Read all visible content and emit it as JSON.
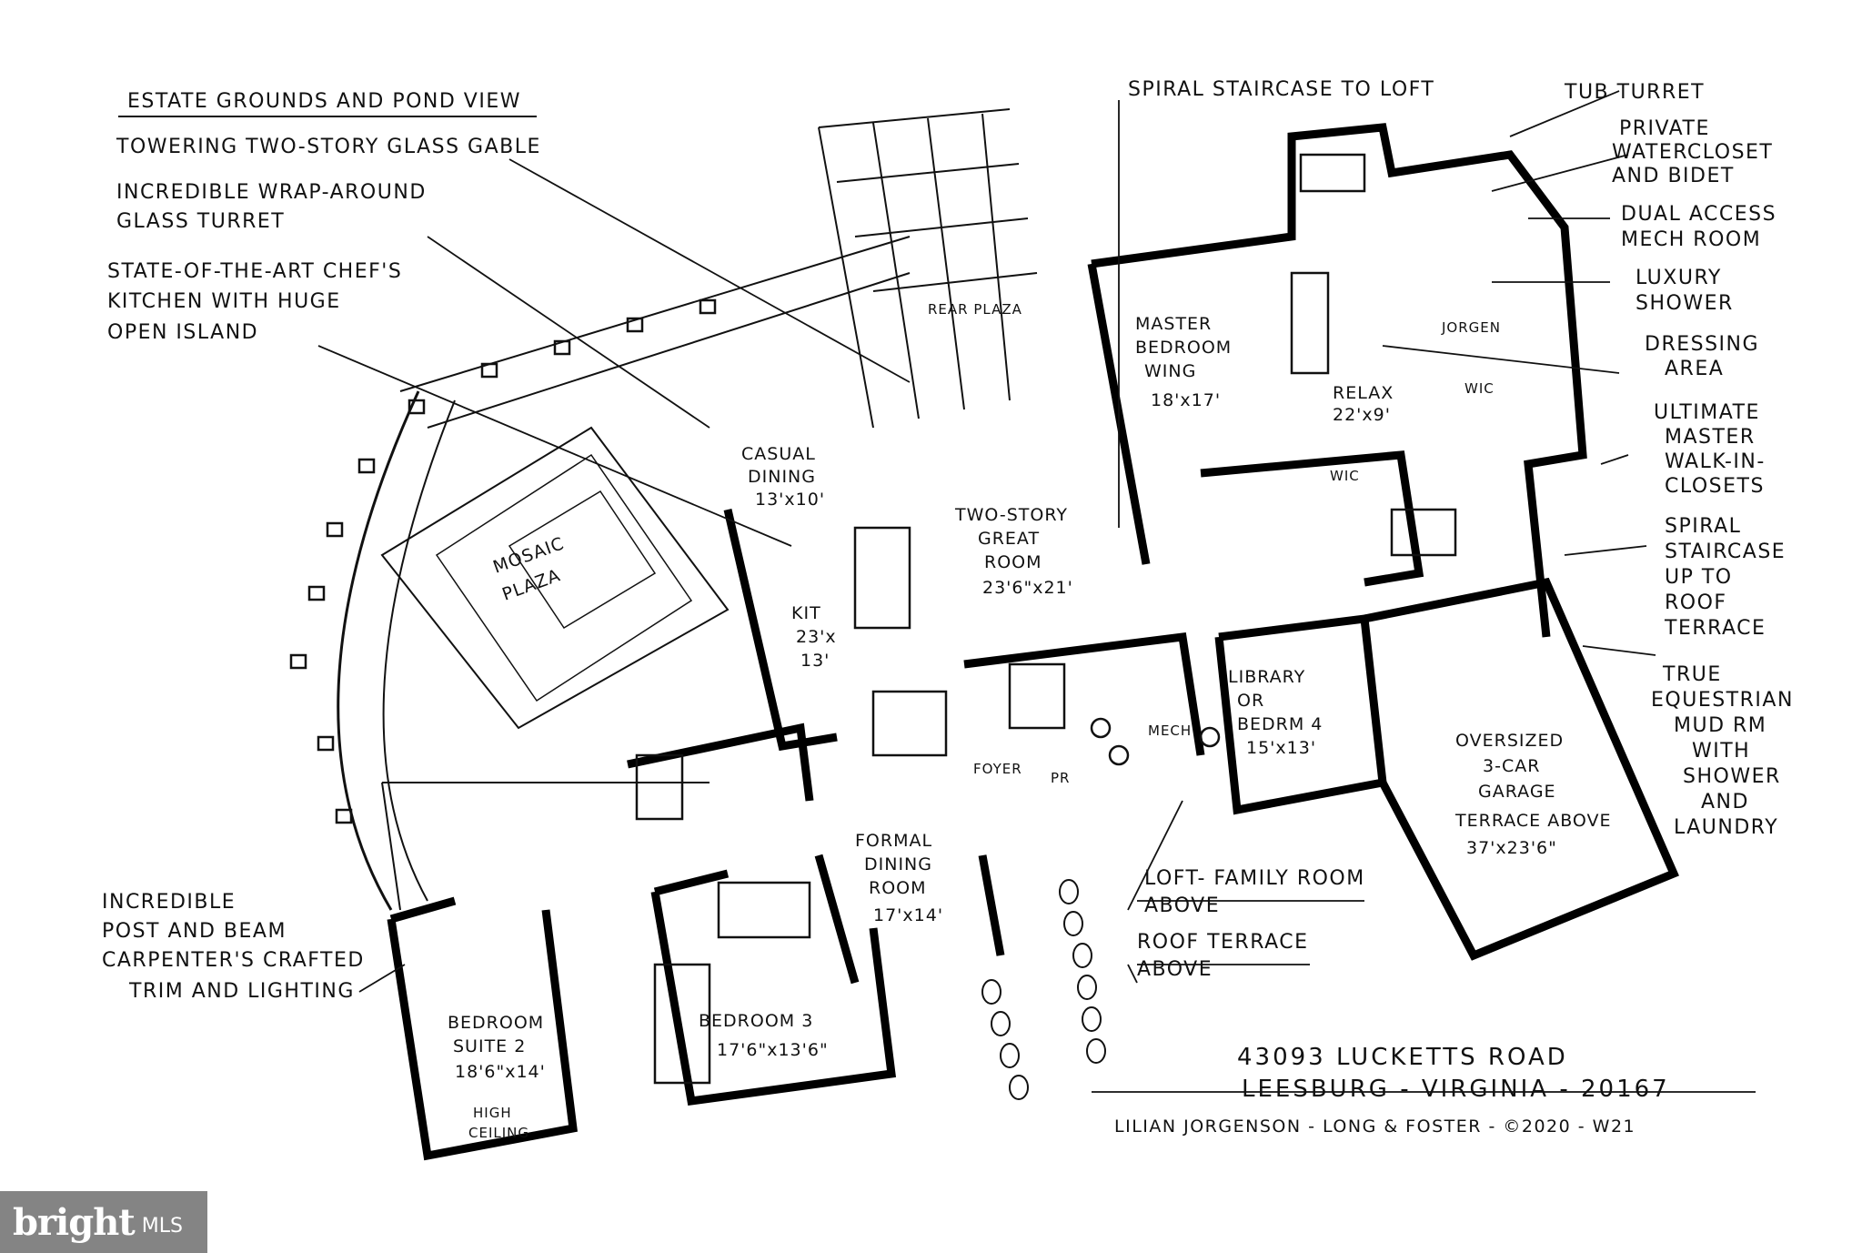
{
  "callouts_left": [
    "ESTATE GROUNDS AND POND VIEW",
    "TOWERING TWO-STORY GLASS GABLE",
    "INCREDIBLE WRAP-AROUND",
    "GLASS TURRET",
    "STATE-OF-THE-ART CHEF'S",
    "KITCHEN WITH HUGE",
    "OPEN ISLAND",
    "INCREDIBLE",
    "POST AND BEAM",
    "CARPENTER'S CRAFTED",
    "TRIM AND LIGHTING"
  ],
  "callouts_top": {
    "spiral_loft": "SPIRAL STAIRCASE TO LOFT",
    "tub_turret": "TUB TURRET",
    "rear_plaza": "REAR PLAZA"
  },
  "callouts_right": [
    "PRIVATE",
    "WATERCLOSET",
    "AND BIDET",
    "DUAL ACCESS",
    "MECH ROOM",
    "LUXURY",
    "SHOWER",
    "DRESSING",
    "AREA",
    "ULTIMATE",
    "MASTER",
    "WALK-IN-",
    "CLOSETS",
    "SPIRAL",
    "STAIRCASE",
    "UP TO",
    "ROOF",
    "TERRACE",
    "TRUE",
    "EQUESTRIAN",
    "MUD RM",
    "WITH",
    "SHOWER",
    "AND",
    "LAUNDRY"
  ],
  "callouts_bottom": {
    "loft_1": "LOFT- FAMILY ROOM",
    "loft_2": "ABOVE",
    "roof_1": "ROOF TERRACE",
    "roof_2": "ABOVE"
  },
  "rooms": {
    "mosaic_1": "MOSAIC",
    "mosaic_2": "PLAZA",
    "casual_1": "CASUAL",
    "casual_2": "DINING",
    "casual_3": "13'x10'",
    "kit_1": "KIT",
    "kit_2": "23'x",
    "kit_3": "13'",
    "great_1": "TWO-STORY",
    "great_2": "GREAT",
    "great_3": "ROOM",
    "great_4": "23'6\"x21'",
    "master_1": "MASTER",
    "master_2": "BEDROOM",
    "master_3": "WING",
    "master_4": "18'x17'",
    "relax_1": "RELAX",
    "relax_2": "22'x9'",
    "wic_1": "WIC",
    "wic_2": "WIC",
    "jorgen": "JORGEN",
    "library_1": "LIBRARY",
    "library_2": "OR",
    "library_3": "BEDRM 4",
    "library_4": "15'x13'",
    "mech": "MECH",
    "foyer": "FOYER",
    "pr": "PR",
    "garage_1": "OVERSIZED",
    "garage_2": "3-CAR",
    "garage_3": "GARAGE",
    "garage_4": "TERRACE ABOVE",
    "garage_5": "37'x23'6\"",
    "formal_1": "FORMAL",
    "formal_2": "DINING",
    "formal_3": "ROOM",
    "formal_4": "17'x14'",
    "bed2_1": "BEDROOM",
    "bed2_2": "SUITE 2",
    "bed2_3": "18'6\"x14'",
    "bed2_4": "HIGH",
    "bed2_5": "CEILING",
    "bed3_1": "BEDROOM 3",
    "bed3_2": "17'6\"x13'6\""
  },
  "address": {
    "line1": "43093 LUCKETTS ROAD",
    "line2": "LEESBURG - VIRGINIA - 20167",
    "credit": "LILIAN JORGENSON - LONG & FOSTER - ©2020 - W21"
  },
  "logo": {
    "brand": "bright",
    "suffix": "MLS"
  }
}
